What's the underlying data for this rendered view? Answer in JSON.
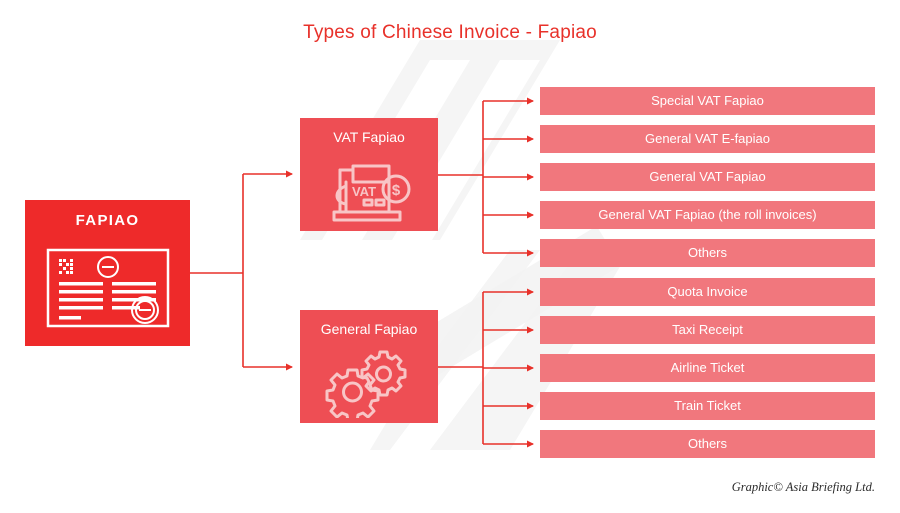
{
  "title": "Types of Chinese Invoice - Fapiao",
  "footer": "Graphic© Asia Briefing Ltd.",
  "colors": {
    "title_red": "#e8312a",
    "root_red": "#ee2a2a",
    "mid_red": "#ee4e54",
    "leaf_red": "#f1777d",
    "connector_red": "#e8312a",
    "background": "#ffffff",
    "watermark_gray": "#f2f2f2"
  },
  "root": {
    "label": "FAPIAO",
    "icon": "invoice-document-icon"
  },
  "branches": [
    {
      "label": "VAT Fapiao",
      "icon": "cash-register-vat-icon",
      "leaves": [
        {
          "label": "Special VAT Fapiao"
        },
        {
          "label": "General VAT E-fapiao"
        },
        {
          "label": "General VAT Fapiao"
        },
        {
          "label": "General VAT Fapiao (the roll invoices)"
        },
        {
          "label": "Others"
        }
      ]
    },
    {
      "label": "General Fapiao",
      "icon": "gears-icon",
      "leaves": [
        {
          "label": "Quota Invoice"
        },
        {
          "label": "Taxi Receipt"
        },
        {
          "label": "Airline Ticket"
        },
        {
          "label": "Train Ticket"
        },
        {
          "label": "Others"
        }
      ]
    }
  ]
}
